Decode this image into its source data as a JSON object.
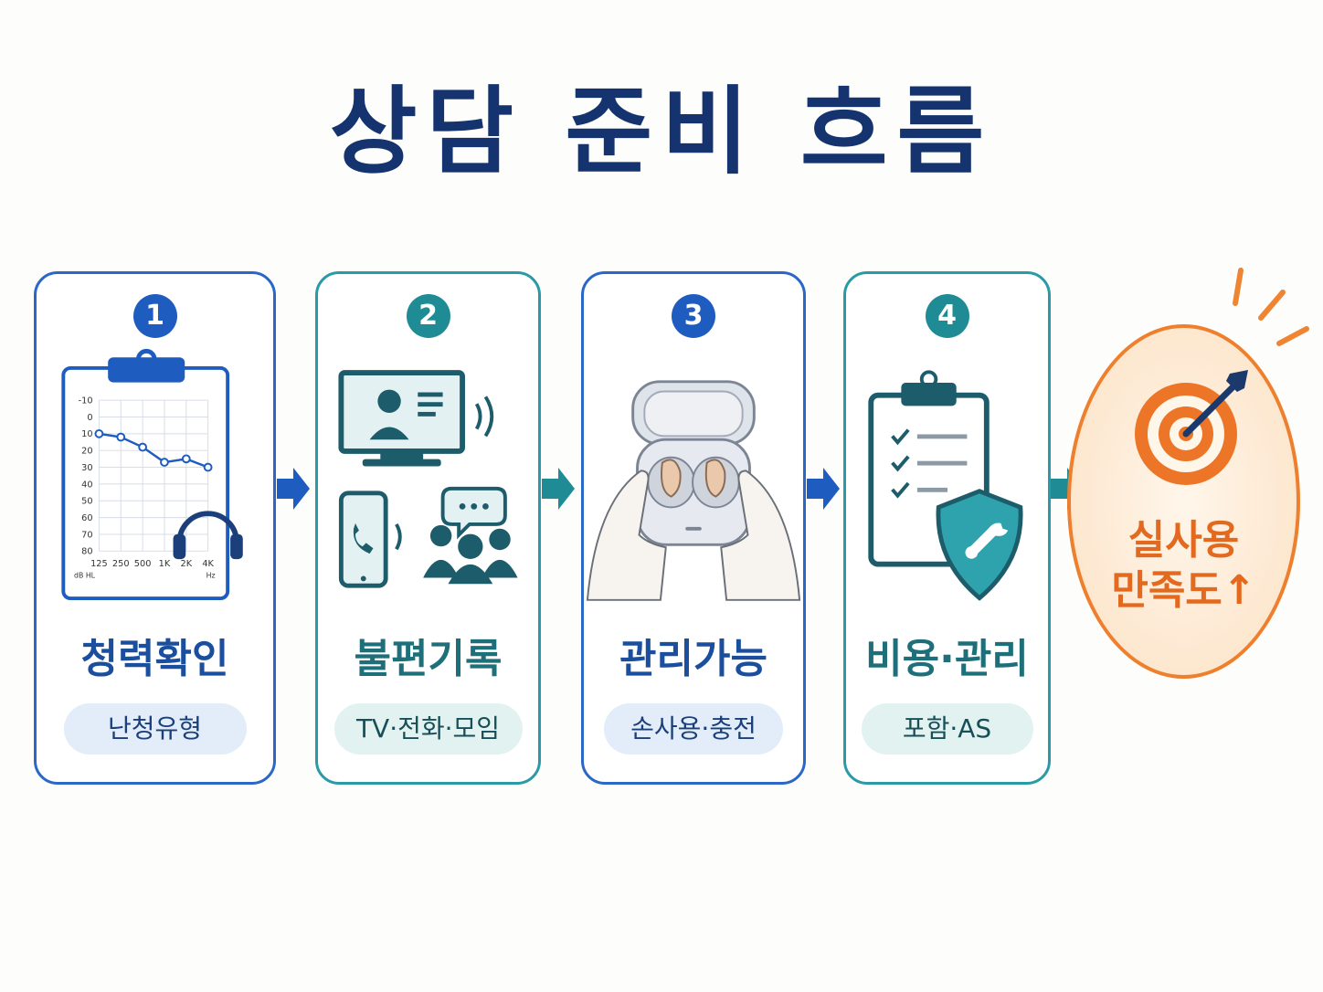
{
  "title": "상담 준비 흐름",
  "steps": [
    {
      "number": "1",
      "label": "청력확인",
      "tag": "난청유형"
    },
    {
      "number": "2",
      "label": "불편기록",
      "tag": "TV·전화·모임"
    },
    {
      "number": "3",
      "label": "관리가능",
      "tag": "손사용·충전"
    },
    {
      "number": "4",
      "label": "비용·관리",
      "tag": "포함·AS"
    }
  ],
  "audiogram": {
    "y_ticks": [
      "-10",
      "0",
      "10",
      "20",
      "30",
      "40",
      "50",
      "60",
      "70",
      "80"
    ],
    "x_ticks": [
      "125",
      "250",
      "500",
      "1K",
      "2K",
      "4K"
    ],
    "y_unit": "dB HL",
    "x_unit": "Hz",
    "thresholds": [
      10,
      12,
      18,
      27,
      25,
      30
    ]
  },
  "goal": {
    "line1": "실사용",
    "line2": "만족도↑"
  },
  "colors": {
    "title": "#15336e",
    "blue": "#1e5cbf",
    "teal": "#1f8c95",
    "orange": "#ee7f2d"
  },
  "icons": {
    "step1": "audiogram-clipboard-icon",
    "step2": "tv-phone-group-icon",
    "step3": "hearing-aid-case-icon",
    "step4": "checklist-shield-icon",
    "goal": "target-arrow-icon"
  }
}
